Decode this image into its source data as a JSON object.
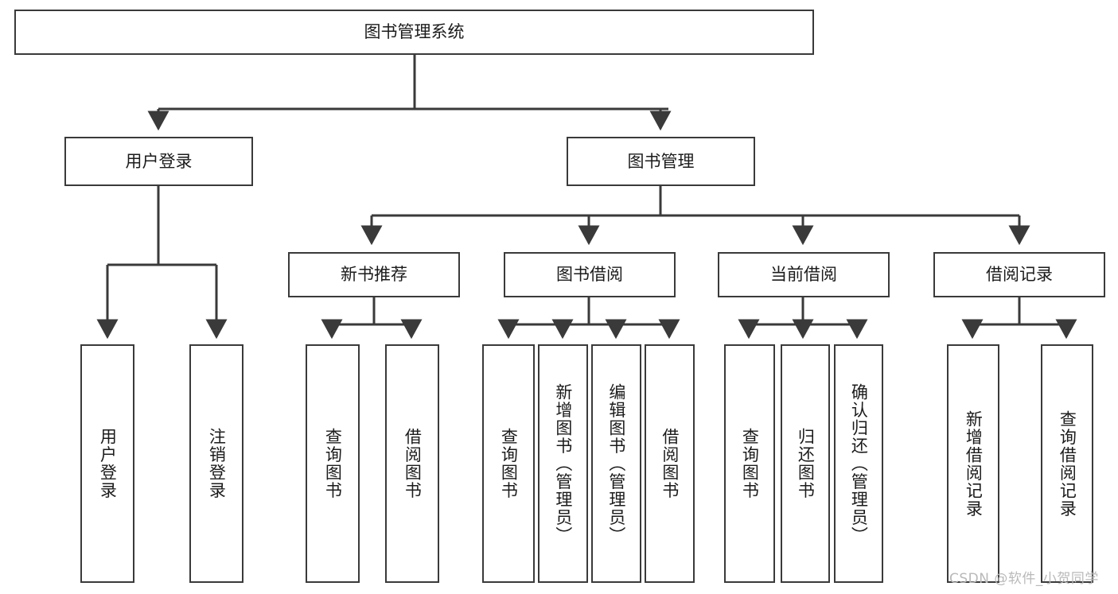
{
  "diagram": {
    "title": "图书管理系统",
    "watermark": "CSDN @软件_小贺同学",
    "colors": {
      "stroke": "#3a3a3a",
      "fill": "#ffffff",
      "text": "#1b1b1b",
      "watermark": "#b9b9b9"
    },
    "nodes": {
      "root": {
        "label": "图书管理系统"
      },
      "level1": [
        {
          "label": "用户登录"
        },
        {
          "label": "图书管理"
        }
      ],
      "level2": [
        {
          "label": "新书推荐"
        },
        {
          "label": "图书借阅"
        },
        {
          "label": "当前借阅"
        },
        {
          "label": "借阅记录"
        }
      ],
      "leaves": {
        "user_login": [
          {
            "label": "用户登录"
          },
          {
            "label": "注销登录"
          }
        ],
        "new_book": [
          {
            "label": "查询图书"
          },
          {
            "label": "借阅图书"
          }
        ],
        "borrow": [
          {
            "label": "查询图书"
          },
          {
            "label": "新增图书（管理员）"
          },
          {
            "label": "编辑图书（管理员）"
          },
          {
            "label": "借阅图书"
          }
        ],
        "current": [
          {
            "label": "查询图书"
          },
          {
            "label": "归还图书"
          },
          {
            "label": "确认归还（管理员）"
          }
        ],
        "records": [
          {
            "label": "新增借阅记录"
          },
          {
            "label": "查询借阅记录"
          }
        ]
      }
    }
  }
}
